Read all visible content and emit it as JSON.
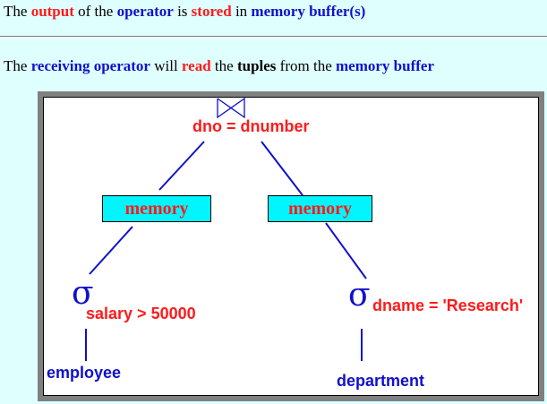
{
  "text_lines": {
    "line1": {
      "w1": "The",
      "w2": "output",
      "w3": "of the",
      "w4": "operator",
      "w5": "is",
      "w6": "stored",
      "w7": "in",
      "w8": "memory buffer(s)"
    },
    "line2": {
      "w1": "The",
      "w2": "receiving operator",
      "w3": "will",
      "w4": "read",
      "w5": "the",
      "w6": "tuples",
      "w7": "from the",
      "w8": "memory buffer"
    }
  },
  "diagram": {
    "join_symbol": "bowtie-join-icon",
    "join_condition": "dno = dnumber",
    "left_buffer": "memory",
    "right_buffer": "memory",
    "left_select_symbol": "σ",
    "left_select_condition": "salary > 50000",
    "right_select_symbol": "σ",
    "right_select_condition": "dname = 'Research'",
    "left_relation": "employee",
    "right_relation": "department"
  },
  "colors": {
    "background": "#dfffff",
    "red": "#ff1a1a",
    "blue": "#1010cc",
    "buffer_fill": "#00f5ff"
  }
}
